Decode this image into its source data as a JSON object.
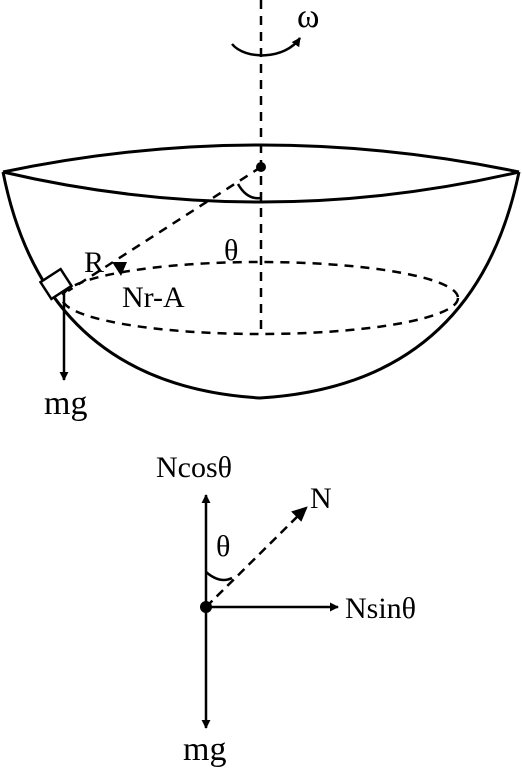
{
  "labels": {
    "omega": "ω",
    "theta_top": "θ",
    "radius": "R",
    "normal_radial": "Nr-A",
    "mg_top": "mg",
    "ncos": "Ncosθ",
    "n": "N",
    "theta_bottom": "θ",
    "nsin": "Nsinθ",
    "mg_bottom": "mg"
  },
  "colors": {
    "ink": "#000000",
    "background": "#ffffff"
  }
}
